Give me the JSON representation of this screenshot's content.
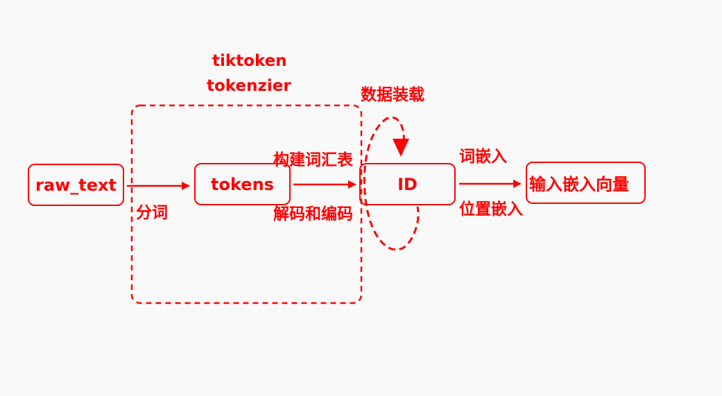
{
  "diagram": {
    "title_lines": [
      "tiktoken",
      "tokenzier"
    ],
    "nodes": {
      "raw_text": "raw_text",
      "tokens": "tokens",
      "id": "ID",
      "output": "输入嵌入向量"
    },
    "edge_labels": {
      "tokenize": "分词",
      "build_vocab": "构建词汇表",
      "decode_encode": "解码和编码",
      "data_loading": "数据装载",
      "word_embedding": "词嵌入",
      "position_embedding": "位置嵌入"
    },
    "color": "#ff0000"
  }
}
